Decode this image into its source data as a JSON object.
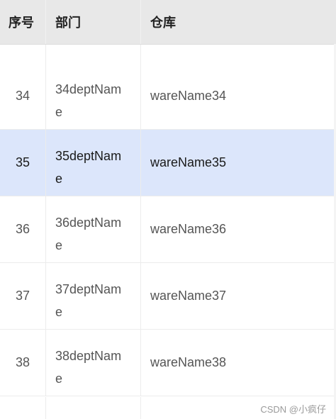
{
  "table": {
    "headers": [
      "序号",
      "部门",
      "仓库"
    ],
    "rows": [
      {
        "index": "34",
        "dept": "34deptName",
        "warehouse": "wareName34",
        "selected": false
      },
      {
        "index": "35",
        "dept": "35deptName",
        "warehouse": "wareName35",
        "selected": true
      },
      {
        "index": "36",
        "dept": "36deptName",
        "warehouse": "wareName36",
        "selected": false
      },
      {
        "index": "37",
        "dept": "37deptName",
        "warehouse": "wareName37",
        "selected": false
      },
      {
        "index": "38",
        "dept": "38deptName",
        "warehouse": "wareName38",
        "selected": false
      }
    ]
  },
  "watermark": "CSDN @小疯仔",
  "colors": {
    "header_bg": "#e8e8e8",
    "selected_row_bg": "#dce6fb",
    "border": "#ececec"
  }
}
